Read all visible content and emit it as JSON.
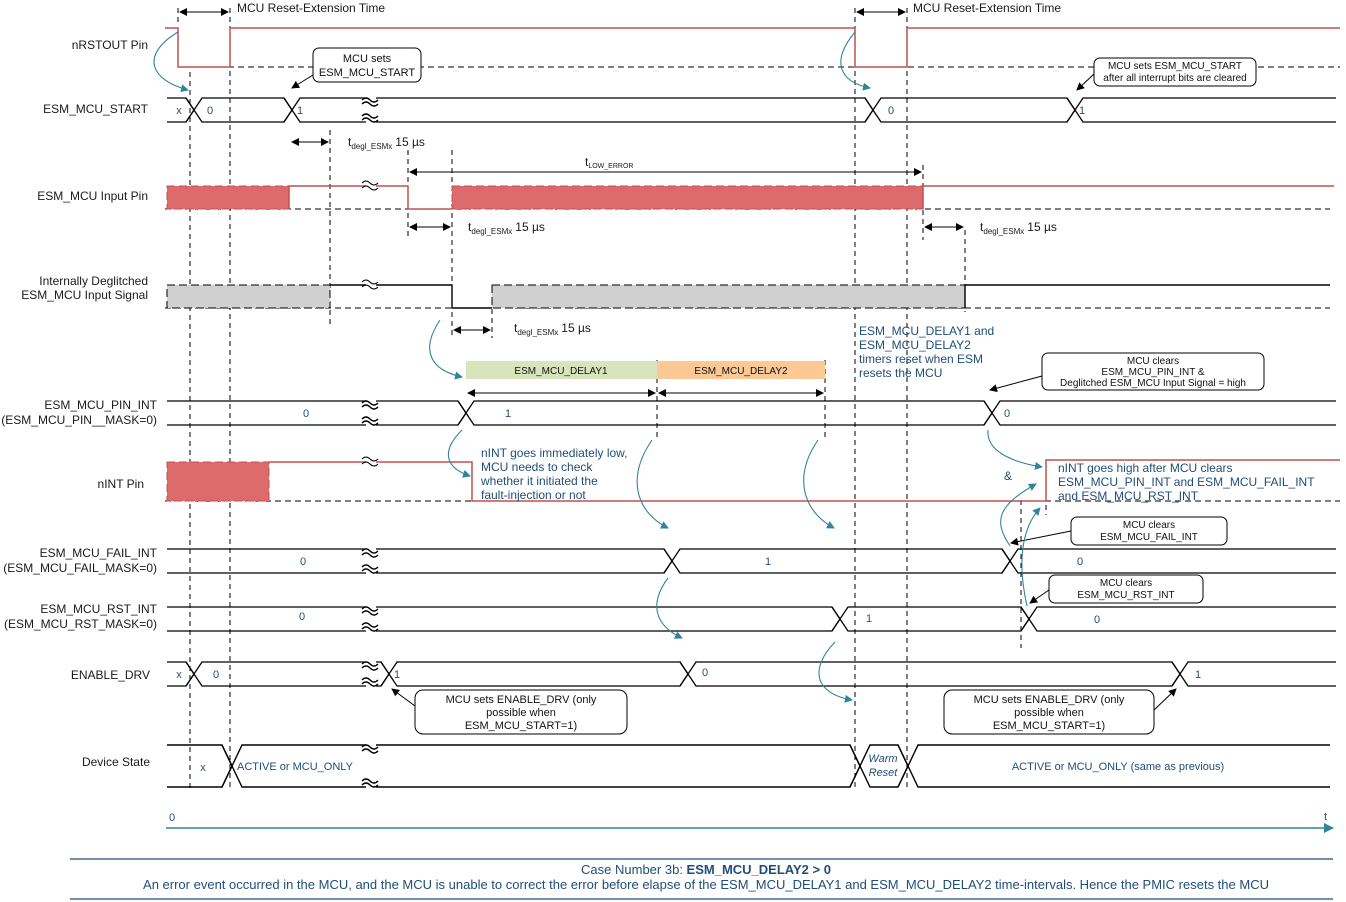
{
  "signals": [
    {
      "key": "nrstout",
      "label": [
        "nRSTOUT Pin"
      ]
    },
    {
      "key": "start",
      "label": [
        "ESM_MCU_START"
      ]
    },
    {
      "key": "input",
      "label": [
        "ESM_MCU Input Pin"
      ]
    },
    {
      "key": "degl",
      "label": [
        "Internally Deglitched",
        "ESM_MCU Input Signal"
      ]
    },
    {
      "key": "pinint",
      "label": [
        "ESM_MCU_PIN_INT",
        "(ESM_MCU_PIN__MASK=0)"
      ]
    },
    {
      "key": "nint",
      "label": [
        "nINT Pin"
      ]
    },
    {
      "key": "failint",
      "label": [
        "ESM_MCU_FAIL_INT",
        "(ESM_MCU_FAIL_MASK=0)"
      ]
    },
    {
      "key": "rstint",
      "label": [
        "ESM_MCU_RST_INT",
        "(ESM_MCU_RST_MASK=0)"
      ]
    },
    {
      "key": "enable",
      "label": [
        "ENABLE_DRV"
      ]
    },
    {
      "key": "state",
      "label": [
        "Device State"
      ]
    }
  ],
  "values": {
    "start": [
      "x",
      "0",
      "1",
      "0",
      "1"
    ],
    "pinint": [
      "0",
      "1",
      "0"
    ],
    "failint": [
      "0",
      "1",
      "0"
    ],
    "rstint": [
      "0",
      "1",
      "0"
    ],
    "enable": [
      "x",
      "0",
      "1",
      "0",
      "1"
    ],
    "state": [
      "x",
      "ACTIVE or MCU_ONLY",
      "Warm",
      "Reset",
      "ACTIVE or MCU_ONLY (same as previous)"
    ]
  },
  "timings": {
    "reset_extension": "MCU Reset-Extension Time",
    "tdegl_prefix": "t",
    "tdegl_sub": "degl_ESMx",
    "tdegl_value": "15 µs",
    "tlow_prefix": "t",
    "tlow_sub": "LOW_ERROR"
  },
  "delays": {
    "delay1": "ESM_MCU_DELAY1",
    "delay2": "ESM_MCU_DELAY2",
    "delay1_color": "#d8e4bc",
    "delay2_color": "#fbc896"
  },
  "callouts": {
    "mcu_sets_start": [
      "MCU sets",
      "ESM_MCU_START"
    ],
    "mcu_sets_start_after": [
      "MCU sets ESM_MCU_START",
      "after all interrupt bits are cleared"
    ],
    "mcu_clears_pin": [
      "MCU clears",
      "ESM_MCU_PIN_INT  &",
      "Deglitched ESM_MCU Input Signal = high"
    ],
    "mcu_clears_fail": [
      "MCU clears",
      "ESM_MCU_FAIL_INT"
    ],
    "mcu_clears_rst": [
      "MCU clears",
      "ESM_MCU_RST_INT"
    ],
    "mcu_sets_enable_1": [
      "MCU sets ENABLE_DRV (only",
      "possible when",
      "ESM_MCU_START=1)"
    ],
    "mcu_sets_enable_2": [
      "MCU sets ENABLE_DRV (only",
      "possible when",
      "ESM_MCU_START=1)"
    ]
  },
  "annotations": {
    "timers_reset": [
      "ESM_MCU_DELAY1 and",
      "ESM_MCU_DELAY2",
      "timers reset when ESM",
      "resets the MCU"
    ],
    "nint_low": [
      "nINT goes immediately low,",
      "MCU needs to check",
      "whether it initiated  the",
      "fault-injection or not"
    ],
    "nint_high": [
      "nINT goes high after MCU clears",
      "ESM_MCU_PIN_INT and ESM_MCU_FAIL_INT",
      "and ESM_MCU_RST_INT"
    ],
    "ampersand": "&"
  },
  "axis": {
    "origin": "0",
    "end": "t"
  },
  "caption": {
    "line1_prefix": "Case Number 3b:  ",
    "line1_bold": "ESM_MCU_DELAY2 > 0",
    "line2": "An error event occurred in the MCU, and the MCU is unable to correct the error before elapse of the ESM_MCU_DELAY1 and ESM_MCU_DELAY2  time-intervals. Hence the PMIC resets the MCU"
  },
  "colors": {
    "signal_red": "#c0504d",
    "fill_red": "#dd6b6b",
    "fill_grey": "#d0d0d0",
    "annotation_blue": "#1f4e79",
    "arrow_blue": "#31849b"
  }
}
